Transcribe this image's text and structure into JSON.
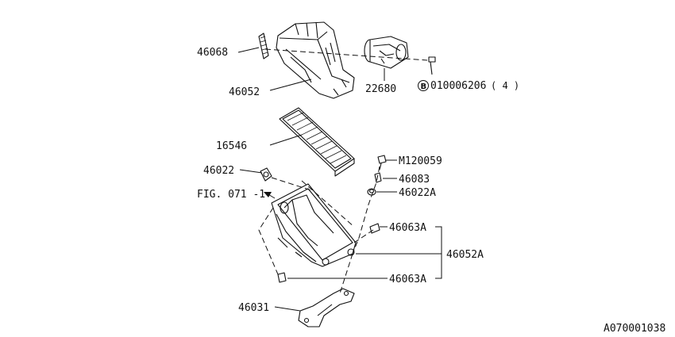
{
  "labels": {
    "p46068": "46068",
    "p46052": "46052",
    "p22680": "22680",
    "bolt_code": "010006206",
    "bolt_qty": "( 4 )",
    "p16546": "16546",
    "m120059": "M120059",
    "p46022": "46022",
    "p46083": "46083",
    "fig_ref": "FIG. 071 -1",
    "p46022A": "46022A",
    "p46063A_top": "46063A",
    "p46052A": "46052A",
    "p46063A_bottom": "46063A",
    "p46031": "46031",
    "drawing_number": "A070001038",
    "bolt_marker": "B"
  }
}
